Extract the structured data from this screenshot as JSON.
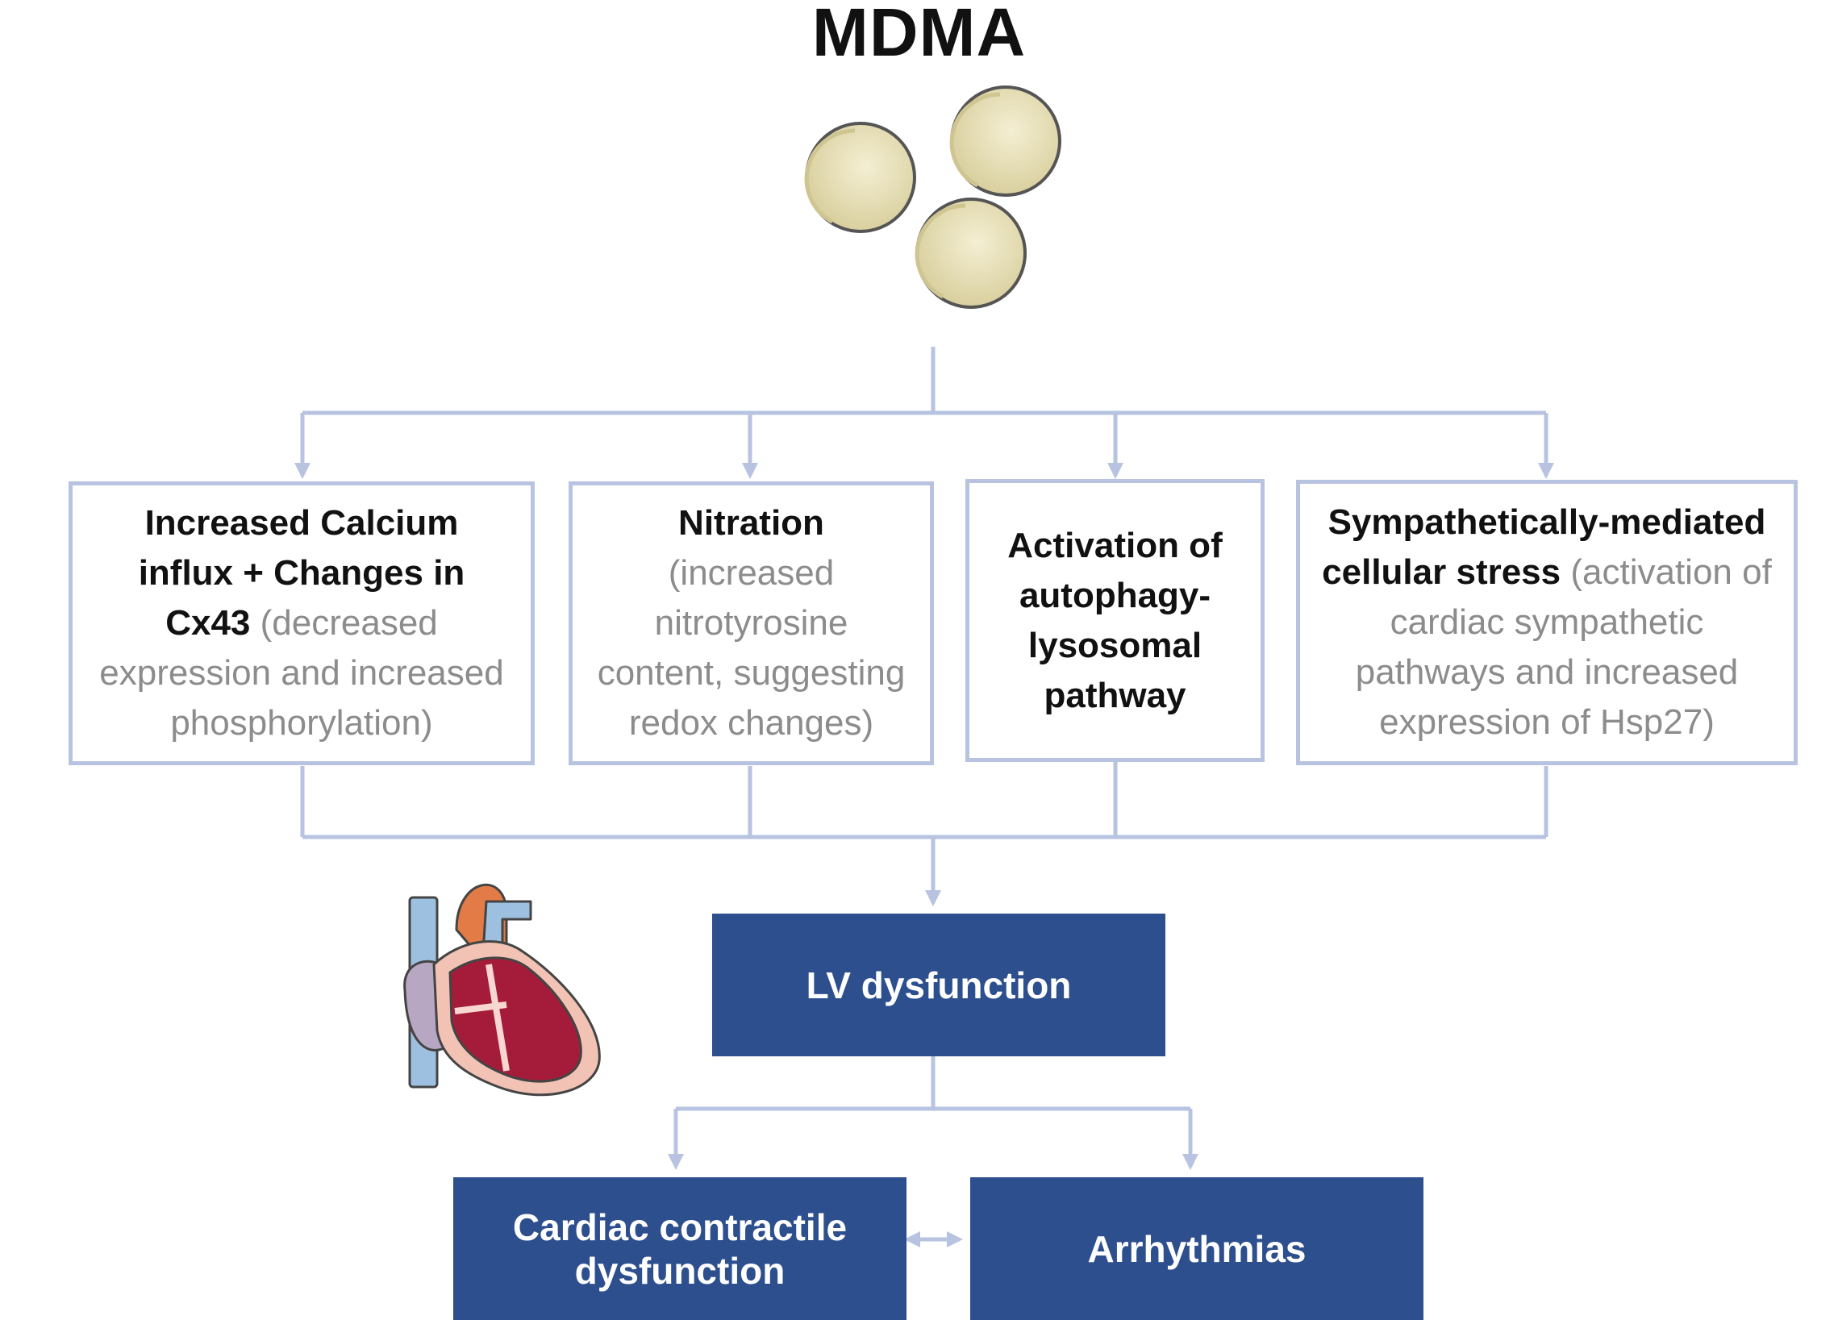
{
  "title": "MDMA",
  "colors": {
    "connector": "#b7c3e0",
    "box_border": "#b7c3e0",
    "dark_box": "#2d4f8e",
    "note_text": "#8c8c8c",
    "pill": "#e9e2bd"
  },
  "mechanisms": [
    {
      "bold": "Increased Calcium influx + Changes in Cx43",
      "note": "(decreased expression and increased phosphorylation)"
    },
    {
      "bold": "Nitration",
      "note": "(increased nitrotyrosine content, suggesting redox changes)"
    },
    {
      "bold": "Activation of autophagy-lysosomal pathway",
      "note": ""
    },
    {
      "bold": "Sympathetically-mediated cellular stress",
      "note": "(activation of cardiac sympathetic pathways and increased expression of Hsp27)"
    }
  ],
  "outcome": {
    "label": "LV dysfunction"
  },
  "consequences": [
    {
      "label": "Cardiac contractile dysfunction"
    },
    {
      "label": "Arrhythmias"
    }
  ],
  "icons": {
    "pills": "pills-icon",
    "heart": "heart-icon"
  }
}
